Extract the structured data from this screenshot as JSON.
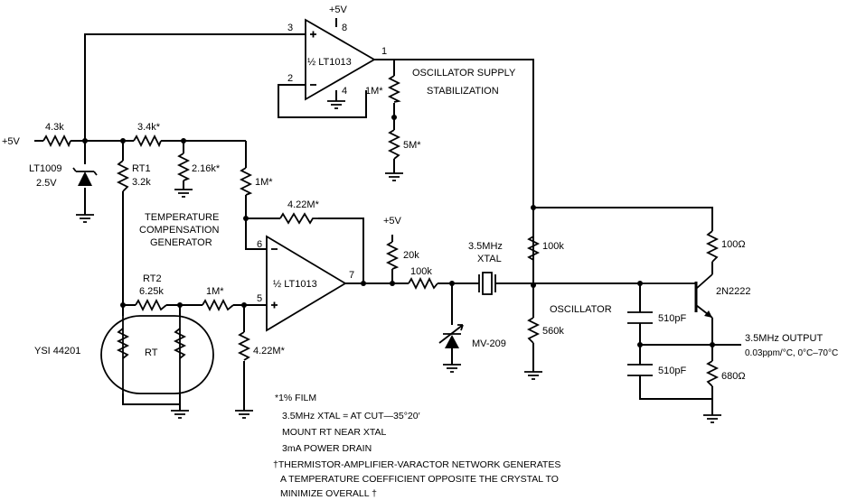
{
  "labels": {
    "supply_in": "+5V",
    "r_43k": "4.3k",
    "lt1009": "LT1009",
    "lt1009_v": "2.5V",
    "r_34k": "3.4k*",
    "r_216k": "2.16k*",
    "rt1": "RT1",
    "rt1_val": "3.2k",
    "r_1m_top": "1M*",
    "tcg_1": "TEMPERATURE",
    "tcg_2": "COMPENSATION",
    "tcg_3": "GENERATOR",
    "r_422m_fb": "4.22M*",
    "rt2": "RT2",
    "rt2_val": "6.25k",
    "r_1m_in": "1M*",
    "ysi": "YSI 44201",
    "rt": "RT",
    "r_422m_gnd": "4.22M*",
    "amp_top_vcc": "+5V",
    "amp_top_name": "½ LT1013",
    "amp_top_pin3": "3",
    "amp_top_pin2": "2",
    "amp_top_pin8": "8",
    "amp_top_pin4": "4",
    "amp_top_pin1": "1",
    "r_1m_div": "1M*",
    "r_5m_div": "5M*",
    "osc_stab_1": "OSCILLATOR SUPPLY",
    "osc_stab_2": "STABILIZATION",
    "amp_bot_name": "½ LT1013",
    "amp_bot_pin6": "6",
    "amp_bot_pin5": "5",
    "amp_bot_pin7": "7",
    "vcc2": "+5V",
    "r_20k": "20k",
    "r_100k_ser": "100k",
    "xtal_1": "3.5MHz",
    "xtal_2": "XTAL",
    "varactor": "MV-209",
    "r_100k_bias": "100k",
    "r_560k": "560k",
    "oscillator": "OSCILLATOR",
    "r_100ohm": "100Ω",
    "transistor": "2N2222",
    "c_510_1": "510pF",
    "c_510_2": "510pF",
    "out_1": "3.5MHz OUTPUT",
    "out_2": "0.03ppm/°C, 0°C–70°C",
    "r_680": "680Ω"
  },
  "notes": [
    "*1% FILM",
    "3.5MHz XTAL = AT CUT—35°20′",
    "MOUNT RT NEAR XTAL",
    "3mA POWER DRAIN",
    "†THERMISTOR-AMPLIFIER-VARACTOR NETWORK GENERATES",
    "A TEMPERATURE COEFFICIENT OPPOSITE THE CRYSTAL TO",
    "MINIMIZE OVERALL †"
  ]
}
